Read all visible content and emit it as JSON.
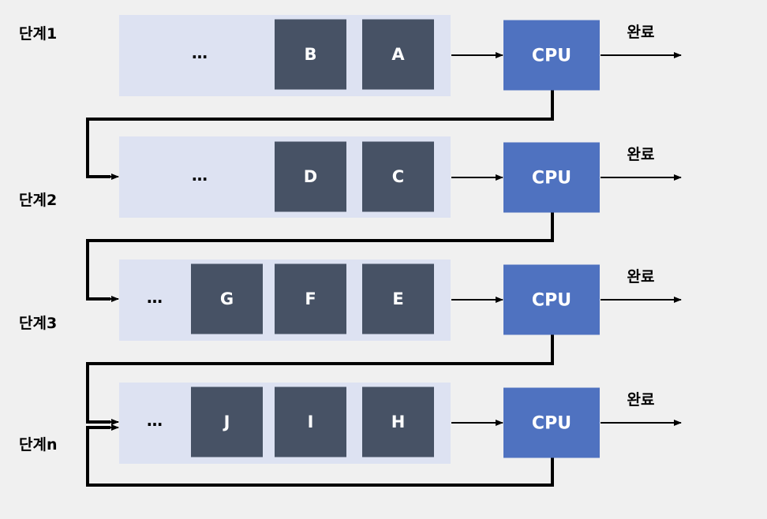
{
  "colors": {
    "background": "#f0f0f0",
    "queue_bg": "#dde2f2",
    "process_box": "#475265",
    "cpu_box": "#4f72c0",
    "line": "#000000",
    "text_dark": "#000000",
    "text_light": "#ffffff"
  },
  "stages": [
    {
      "label": "단계1",
      "ellipsis": "…",
      "processes": [
        "B",
        "A"
      ],
      "cpu": "CPU",
      "done": "완료"
    },
    {
      "label": "단계2",
      "ellipsis": "…",
      "processes": [
        "D",
        "C"
      ],
      "cpu": "CPU",
      "done": "완료"
    },
    {
      "label": "단계3",
      "ellipsis": "…",
      "processes": [
        "G",
        "F",
        "E"
      ],
      "cpu": "CPU",
      "done": "완료"
    },
    {
      "label": "단계n",
      "ellipsis": "…",
      "processes": [
        "J",
        "I",
        "H"
      ],
      "cpu": "CPU",
      "done": "완료"
    }
  ]
}
